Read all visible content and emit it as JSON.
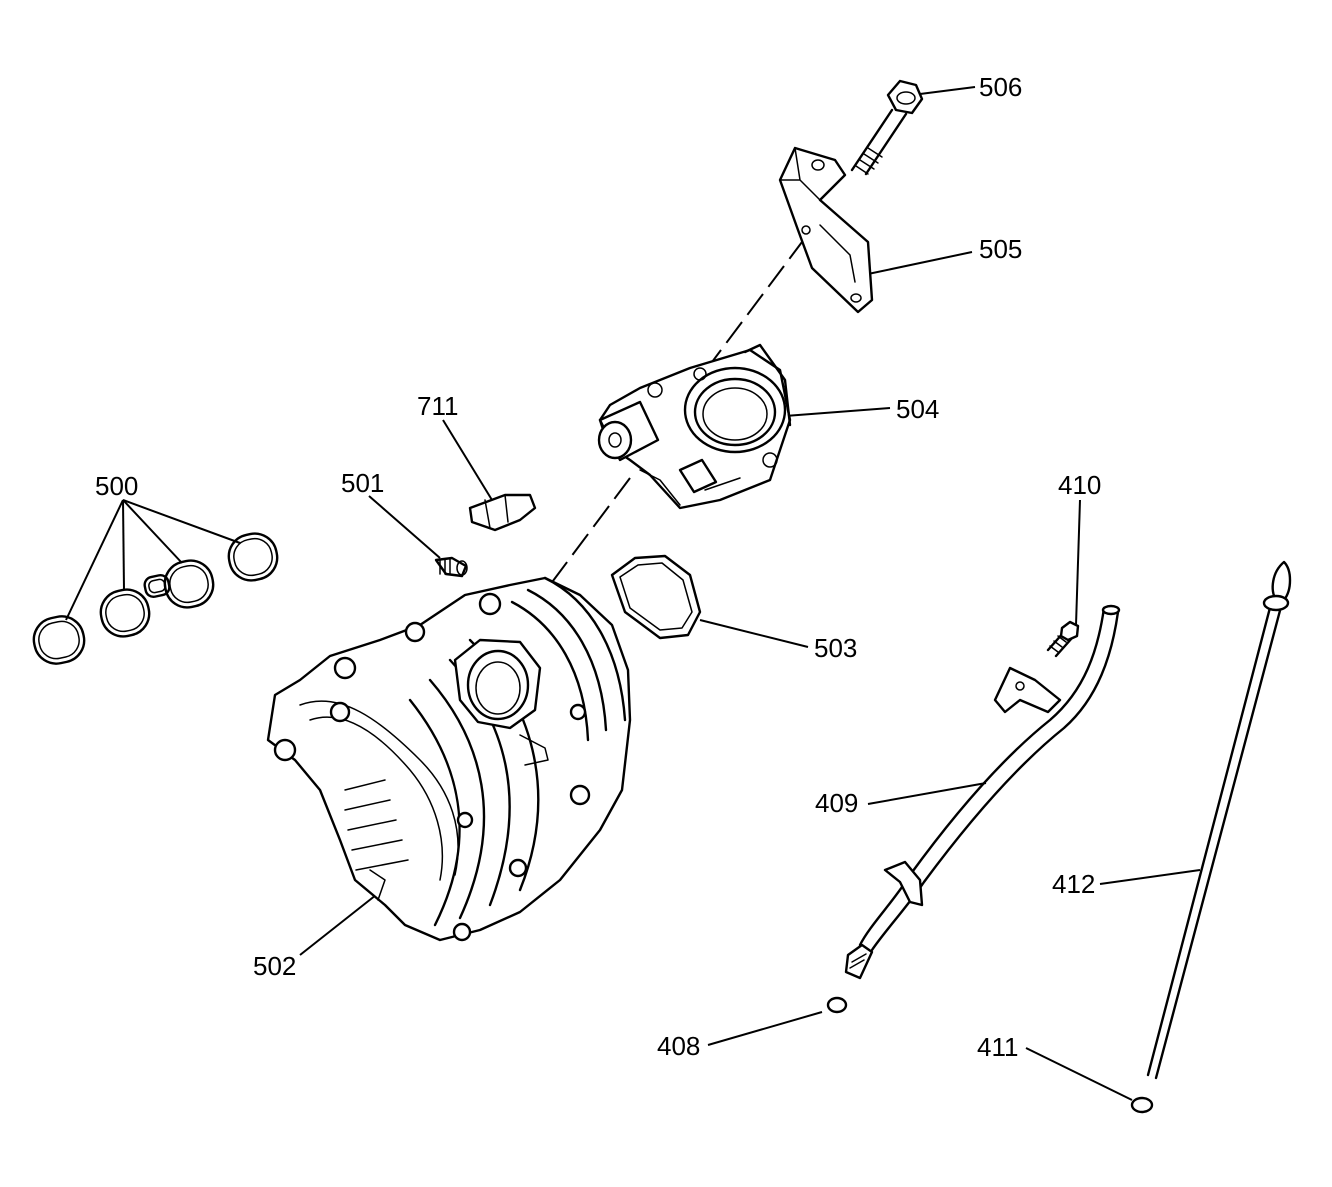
{
  "callouts": {
    "c506": "506",
    "c505": "505",
    "c504": "504",
    "c711": "711",
    "c501": "501",
    "c500": "500",
    "c503": "503",
    "c410": "410",
    "c409": "409",
    "c412": "412",
    "c502": "502",
    "c408": "408",
    "c411": "411"
  }
}
